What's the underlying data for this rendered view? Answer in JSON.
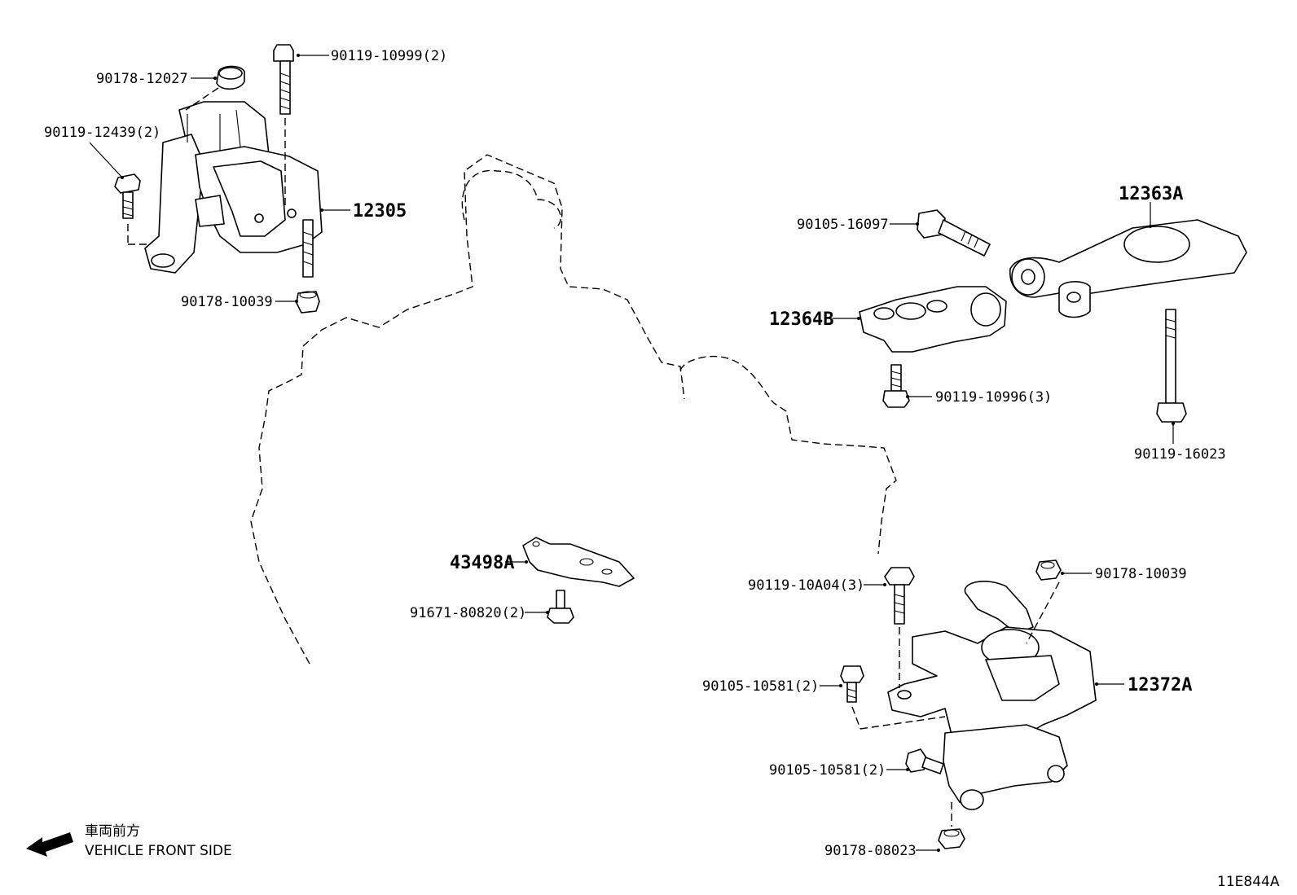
{
  "labels": {
    "p_90178_12027": "90178-12027",
    "p_90119_10999": "90119-10999(2)",
    "p_90119_12439": "90119-12439(2)",
    "p_12305": "12305",
    "p_90178_10039_a": "90178-10039",
    "p_90105_16097": "90105-16097",
    "p_12363A": "12363A",
    "p_12364B": "12364B",
    "p_90119_10996": "90119-10996(3)",
    "p_90119_16023": "90119-16023",
    "p_43498A": "43498A",
    "p_91671_80820": "91671-80820(2)",
    "p_90119_10A04": "90119-10A04(3)",
    "p_90178_10039_b": "90178-10039",
    "p_12372A": "12372A",
    "p_90105_10581_a": "90105-10581(2)",
    "p_90105_10581_b": "90105-10581(2)",
    "p_90178_08023": "90178-08023"
  },
  "front_note": {
    "jp": "車両前方",
    "en": "VEHICLE FRONT SIDE"
  },
  "figure_id": "11E844A"
}
